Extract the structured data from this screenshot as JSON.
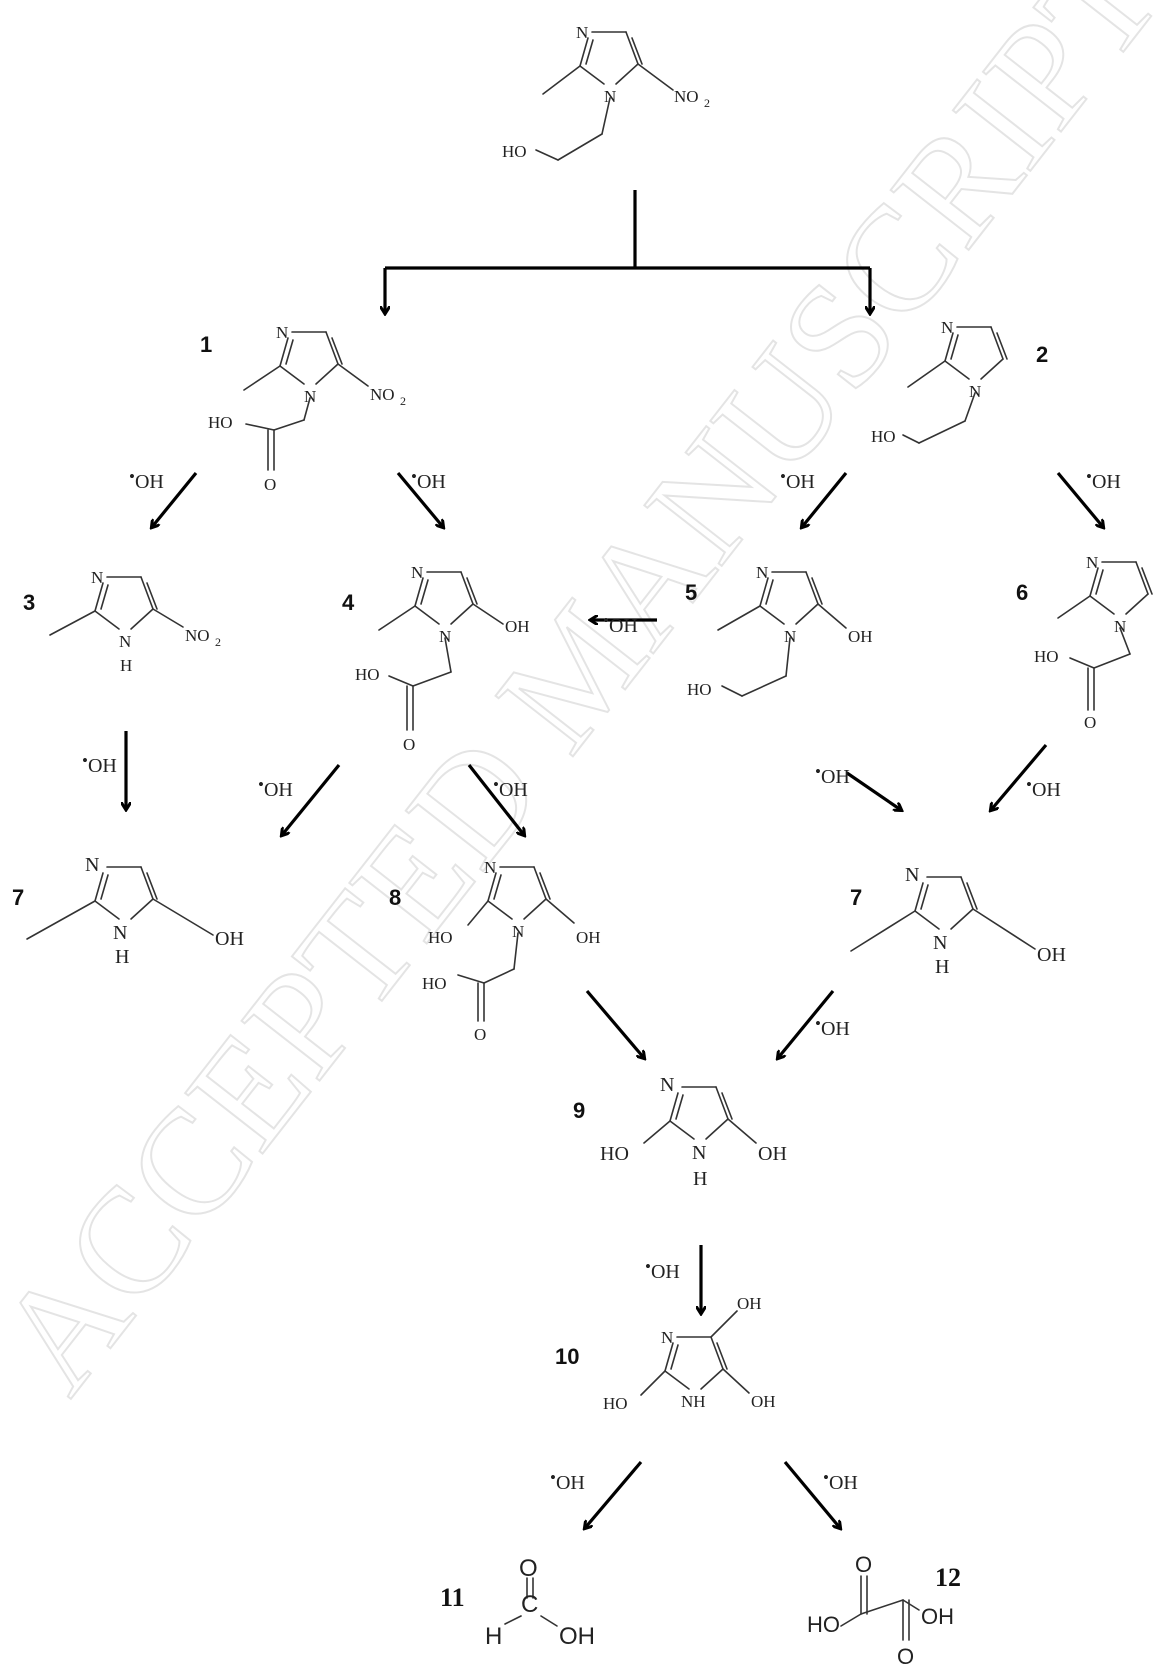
{
  "watermark": "ACCEPTED MANUSCRIPT",
  "atoms": {
    "n": "N",
    "nh_top": "N",
    "h": "H",
    "nh": "NH",
    "ho": "HO",
    "oh": "OH",
    "o": "O",
    "no2_main": "NO",
    "no2_sub": "2",
    "c": "C"
  },
  "reagent": {
    "radical_dot": "•",
    "text": "OH"
  },
  "compounds": {
    "c1": "1",
    "c2": "2",
    "c3": "3",
    "c4": "4",
    "c5": "5",
    "c6": "6",
    "c7a": "7",
    "c7b": "7",
    "c8": "8",
    "c9": "9",
    "c10": "10",
    "c11": "11",
    "c12": "12"
  }
}
